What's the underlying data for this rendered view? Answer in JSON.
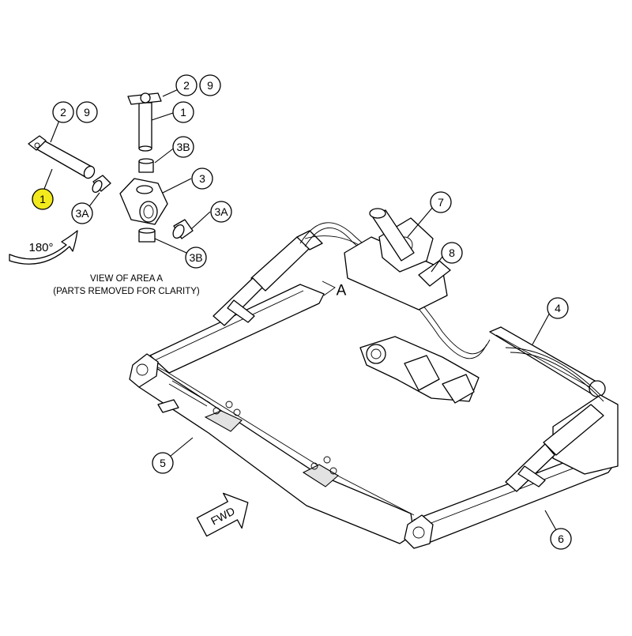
{
  "detail_view": {
    "caption_line1": "VIEW OF AREA  A",
    "caption_line2": "(PARTS REMOVED FOR CLARITY)",
    "rotation_label": "180°"
  },
  "area_marker": "A",
  "fwd_label": "FWD",
  "highlight_color": "#f2ea1c",
  "callouts": [
    {
      "label": "1",
      "highlighted": true
    },
    {
      "label": "2"
    },
    {
      "label": "9"
    },
    {
      "label": "2"
    },
    {
      "label": "9"
    },
    {
      "label": "1"
    },
    {
      "label": "3B"
    },
    {
      "label": "3"
    },
    {
      "label": "3A"
    },
    {
      "label": "3A"
    },
    {
      "label": "3B"
    },
    {
      "label": "7"
    },
    {
      "label": "8"
    },
    {
      "label": "4"
    },
    {
      "label": "5"
    },
    {
      "label": "6"
    }
  ]
}
